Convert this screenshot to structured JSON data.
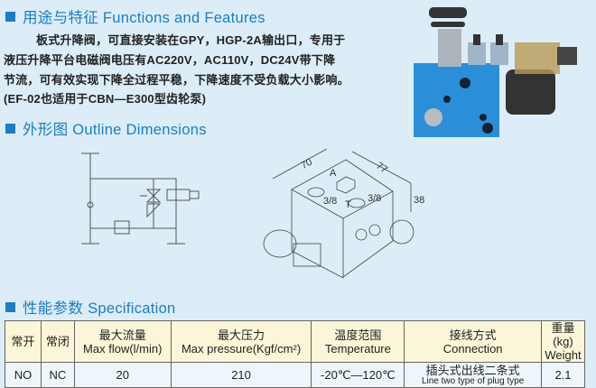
{
  "features": {
    "heading": "用途与特征 Functions and Features",
    "lines": [
      "板式升降阀，可直接安装在GPY，HGP-2A输出口，专用于",
      "液压升降平台电磁阀电压有AC220V，AC110V，DC24V带下降",
      "节流，可有效实现下降全过程平稳，下降速度不受负载大小影响。",
      "(EF-02也适用于CBN—E300型齿轮泵)"
    ]
  },
  "outline": {
    "heading": "外形图 Outline Dimensions",
    "dims": {
      "width": "70",
      "depth": "77",
      "height": "38",
      "port_a": "A",
      "port_t": "T",
      "size_1": "3/8",
      "size_2": "3/8"
    }
  },
  "spec": {
    "heading": "性能参数 Specification",
    "headers": [
      {
        "cn": "常开",
        "en": ""
      },
      {
        "cn": "常闭",
        "en": ""
      },
      {
        "cn": "最大流量",
        "en": "Max flow(l/min)"
      },
      {
        "cn": "最大压力",
        "en": "Max pressure(Kgf/cm²)"
      },
      {
        "cn": "温度范围",
        "en": "Temperature"
      },
      {
        "cn": "接线方式",
        "en": "Connection"
      },
      {
        "cn": "重量(kg)",
        "en": "Weight"
      }
    ],
    "row": [
      "NO",
      "NC",
      "20",
      "210",
      "-20℃—120℃",
      "插头式出线二条式",
      "2.1"
    ],
    "connection_en": "Line two type of plug type"
  },
  "colors": {
    "accent": "#1b7dc3",
    "background": "#dcedf8",
    "header_bg": "#fbf6d8"
  }
}
